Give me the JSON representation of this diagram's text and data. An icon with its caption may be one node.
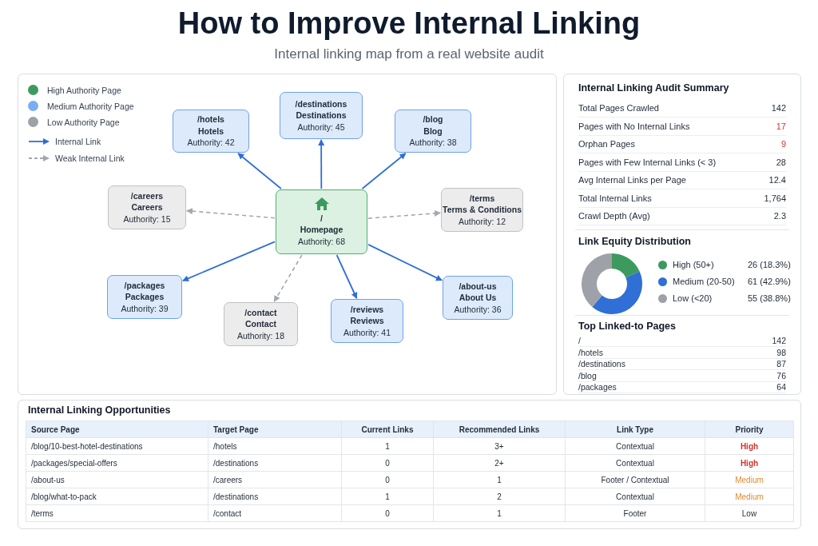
{
  "diagram": {
    "title": "How to Improve Internal Linking",
    "nodes": [
      {
        "text": [
          "/destinations",
          "Destinations",
          "Authority: 45"
        ]
      },
      {
        "text": [
          "/hotels",
          "Hotels",
          "Authority: 42"
        ]
      },
      {
        "text": [
          "/blog",
          "Blog",
          "Authority: 38"
        ]
      },
      {
        "text": [
          "/careers",
          "Careers",
          "Authority: 15"
        ]
      },
      {
        "text": [
          "/terms",
          "Terms & Conditions",
          "Authority: 12"
        ]
      },
      {
        "text": [
          "/",
          "Homepage",
          "Authority: 68"
        ]
      },
      {
        "text": [
          "/packages",
          "Packages",
          "Authority: 39"
        ]
      },
      {
        "text": [
          "/about-us",
          "About Us",
          "Authority: 36"
        ]
      },
      {
        "text": [
          "/contact",
          "Contact",
          "Authority: 18"
        ]
      },
      {
        "text": [
          "/reviews",
          "Reviews",
          "Authority: 41"
        ]
      }
    ],
    "edges": [
      {
        "from": 5,
        "to": 1,
        "arrow": "to"
      },
      {
        "from": 5,
        "to": 0,
        "arrow": "to"
      },
      {
        "from": 5,
        "to": 2,
        "arrow": "to"
      },
      {
        "from": 5,
        "to": 3,
        "arrow": "to",
        "style": "dashed",
        "color": "#a3a8ae"
      },
      {
        "from": 5,
        "to": 4,
        "arrow": "to",
        "style": "dashed",
        "color": "#a3a8ae"
      },
      {
        "from": 5,
        "to": 6,
        "arrow": "to"
      },
      {
        "from": 5,
        "to": 8,
        "arrow": "to",
        "style": "dashed",
        "color": "#a3a8ae"
      },
      {
        "from": 5,
        "to": 9,
        "arrow": "to"
      },
      {
        "from": 5,
        "to": 7,
        "arrow": "to"
      }
    ],
    "labels": [
      "Internal linking map from a real website audit",
      "Internal Linking Audit Summary",
      "Total Pages Crawled",
      "142",
      "Pages with No Internal Links",
      "17",
      "Orphan Pages",
      "9",
      "Pages with Few Internal Links (< 3)",
      "28",
      "Avg Internal Links per Page",
      "12.4",
      "Total Internal Links",
      "1,764",
      "Crawl Depth (Avg)",
      "2.3",
      "Top Linked-to Pages",
      "/",
      "142",
      "/hotels",
      "98",
      "/destinations",
      "87",
      "/blog",
      "76",
      "/packages",
      "64",
      "Internal Linking Opportunities",
      "Source Page",
      "Target Page",
      "Current Links",
      "Recommended Links",
      "Link Type",
      "Priority",
      "/blog/10-best-hotel-destinations",
      "/hotels",
      "1",
      "3+",
      "Contextual",
      "High",
      "/packages/special-offers",
      "/destinations",
      "0",
      "2+",
      "Contextual",
      "High",
      "/about-us",
      "/careers",
      "0",
      "1",
      "Footer / Contextual",
      "Medium",
      "/blog/what-to-pack",
      "/destinations",
      "1",
      "2",
      "Contextual",
      "Medium",
      "/terms",
      "/contact",
      "0",
      "1",
      "Footer",
      "Low"
    ],
    "legend": [
      {
        "text": "High Authority Page",
        "color": "#3d9a5f"
      },
      {
        "text": "Medium Authority Page",
        "color": "#7aaef2"
      },
      {
        "text": "Low Authority Page",
        "color": "#9ea2a8"
      },
      {
        "text": "Internal Link"
      },
      {
        "text": "Weak Internal Link"
      }
    ],
    "chart_data": {
      "type": "donut",
      "title": "Link Equity Distribution",
      "categories": [
        "High (50+)",
        "Medium (20-50)",
        "Low (<20)"
      ],
      "series": [
        {
          "values": [
            18.3,
            42.9,
            38.8
          ]
        }
      ],
      "legend": "right",
      "value_labels": [
        "26 (18.3%)",
        "61 (42.9%)",
        "55 (38.8%)"
      ]
    }
  }
}
